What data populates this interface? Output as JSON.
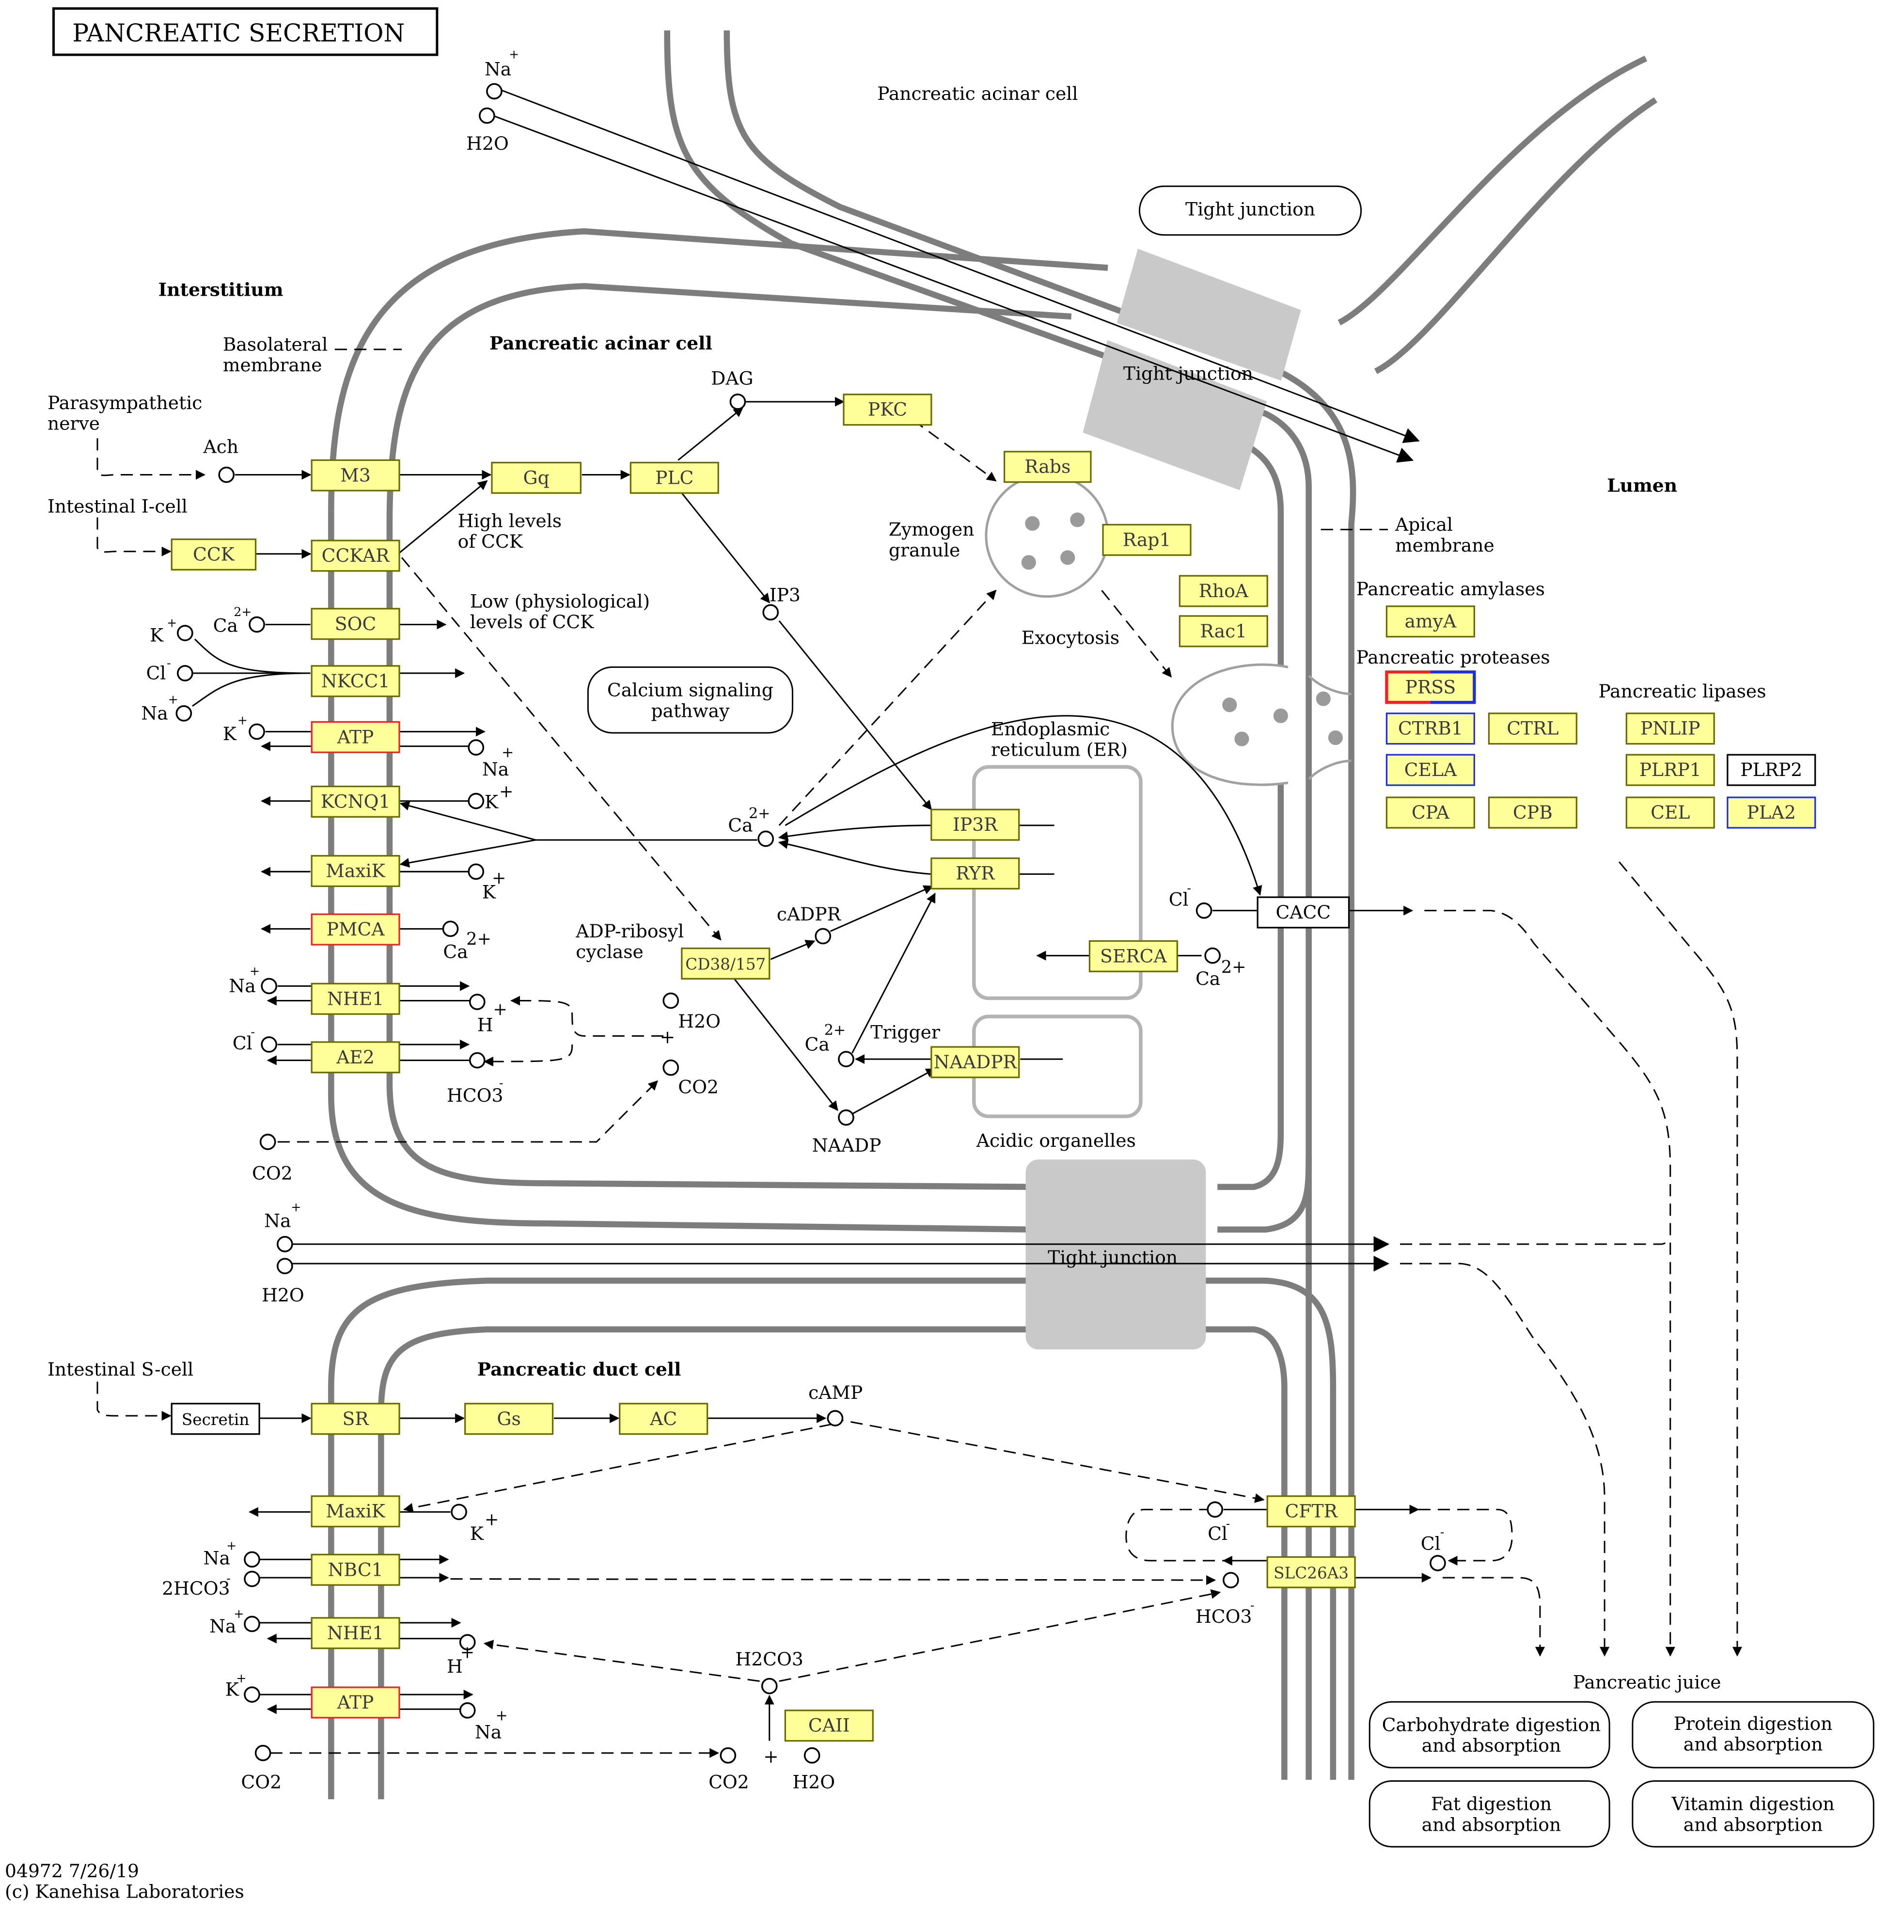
{
  "title": "PANCREATIC SECRETION",
  "footer": {
    "code_date": "04972 7/26/19",
    "copyright": "(c) Kanehisa Laboratories"
  },
  "colors": {
    "gene_fill": "#ffff99",
    "gene_border": "#6b6b00",
    "highlight_red": "#e8262a",
    "highlight_blue": "#1f2fdc",
    "membrane": "#7d7d7d",
    "junction": "#c9c9c9",
    "organelle": "#b3b3b3"
  },
  "region_labels": {
    "interstitium": "Interstitium",
    "lumen": "Lumen",
    "acinar_cell_top": "Pancreatic acinar cell",
    "acinar_cell": "Pancreatic acinar cell",
    "duct_cell": "Pancreatic duct cell",
    "basolateral": [
      "Basolateral",
      "membrane"
    ],
    "apical": [
      "Apical",
      "membrane"
    ],
    "parasympathetic": [
      "Parasympathetic",
      "nerve"
    ],
    "i_cell": "Intestinal I-cell",
    "s_cell": "Intestinal S-cell",
    "tight_junction_1": "Tight junction",
    "tight_junction_2": "Tight junction",
    "tight_junction_3": "Tight junction",
    "zymogen": [
      "Zymogen",
      "granule"
    ],
    "exocytosis": "Exocytosis",
    "er": [
      "Endoplasmic",
      "reticulum (ER)"
    ],
    "acidic": "Acidic organelles",
    "calcium_pathway": [
      "Calcium signaling",
      "pathway"
    ],
    "high_cck": [
      "High levels",
      "of CCK"
    ],
    "low_cck": [
      "Low (physiological)",
      "levels of CCK"
    ],
    "adp_cyclase": [
      "ADP-ribosyl",
      "cyclase"
    ],
    "trigger": "Trigger",
    "amylases": "Pancreatic amylases",
    "proteases": "Pancreatic proteases",
    "lipases": "Pancreatic lipases",
    "juice": "Pancreatic juice"
  },
  "compounds": {
    "ach": "Ach",
    "dag": "DAG",
    "ip3": "IP3",
    "camp": "cAMP",
    "cadpr": "cADPR",
    "naadp": "NAADP",
    "h2co3": "H2CO3"
  },
  "genes": [
    {
      "label": "M3"
    },
    {
      "label": "CCKAR"
    },
    {
      "label": "SOC"
    },
    {
      "label": "NKCC1"
    },
    {
      "label": "ATP"
    },
    {
      "label": "KCNQ1"
    },
    {
      "label": "MaxiK"
    },
    {
      "label": "PMCA"
    },
    {
      "label": "NHE1"
    },
    {
      "label": "AE2"
    },
    {
      "label": "CCK"
    },
    {
      "label": "Gq"
    },
    {
      "label": "PLC"
    },
    {
      "label": "PKC"
    },
    {
      "label": "Rabs"
    },
    {
      "label": "Rap1"
    },
    {
      "label": "RhoA"
    },
    {
      "label": "Rac1"
    },
    {
      "label": "IP3R"
    },
    {
      "label": "RYR"
    },
    {
      "label": "SERCA"
    },
    {
      "label": "CD38/157"
    },
    {
      "label": "NAADPR"
    },
    {
      "label": "CACC"
    },
    {
      "label": "amyA"
    },
    {
      "label": "PRSS"
    },
    {
      "label": "CTRB1"
    },
    {
      "label": "CTRL"
    },
    {
      "label": "CELA"
    },
    {
      "label": "CPA"
    },
    {
      "label": "CPB"
    },
    {
      "label": "PNLIP"
    },
    {
      "label": "PLRP1"
    },
    {
      "label": "PLRP2"
    },
    {
      "label": "CEL"
    },
    {
      "label": "PLA2"
    },
    {
      "label": "Secretin"
    },
    {
      "label": "SR"
    },
    {
      "label": "Gs"
    },
    {
      "label": "AC"
    },
    {
      "label": "MaxiK"
    },
    {
      "label": "NBC1"
    },
    {
      "label": "NHE1"
    },
    {
      "label": "ATP"
    },
    {
      "label": "CAII"
    },
    {
      "label": "CFTR"
    },
    {
      "label": "SLC26A3"
    }
  ],
  "ions": {
    "na": "Na",
    "h2o": "H2O",
    "k": "K",
    "cl": "Cl",
    "ca": "Ca",
    "h": "H",
    "hco3": "HCO3",
    "co2": "CO2",
    "two_hco3": "2HCO3",
    "plus": "+",
    "minus": "-",
    "two_plus": "2+"
  },
  "outputs": [
    {
      "lines": [
        "Carbohydrate digestion",
        "and absorption"
      ]
    },
    {
      "lines": [
        "Protein digestion",
        "and absorption"
      ]
    },
    {
      "lines": [
        "Fat digestion",
        "and absorption"
      ]
    },
    {
      "lines": [
        "Vitamin digestion",
        "and absorption"
      ]
    }
  ]
}
